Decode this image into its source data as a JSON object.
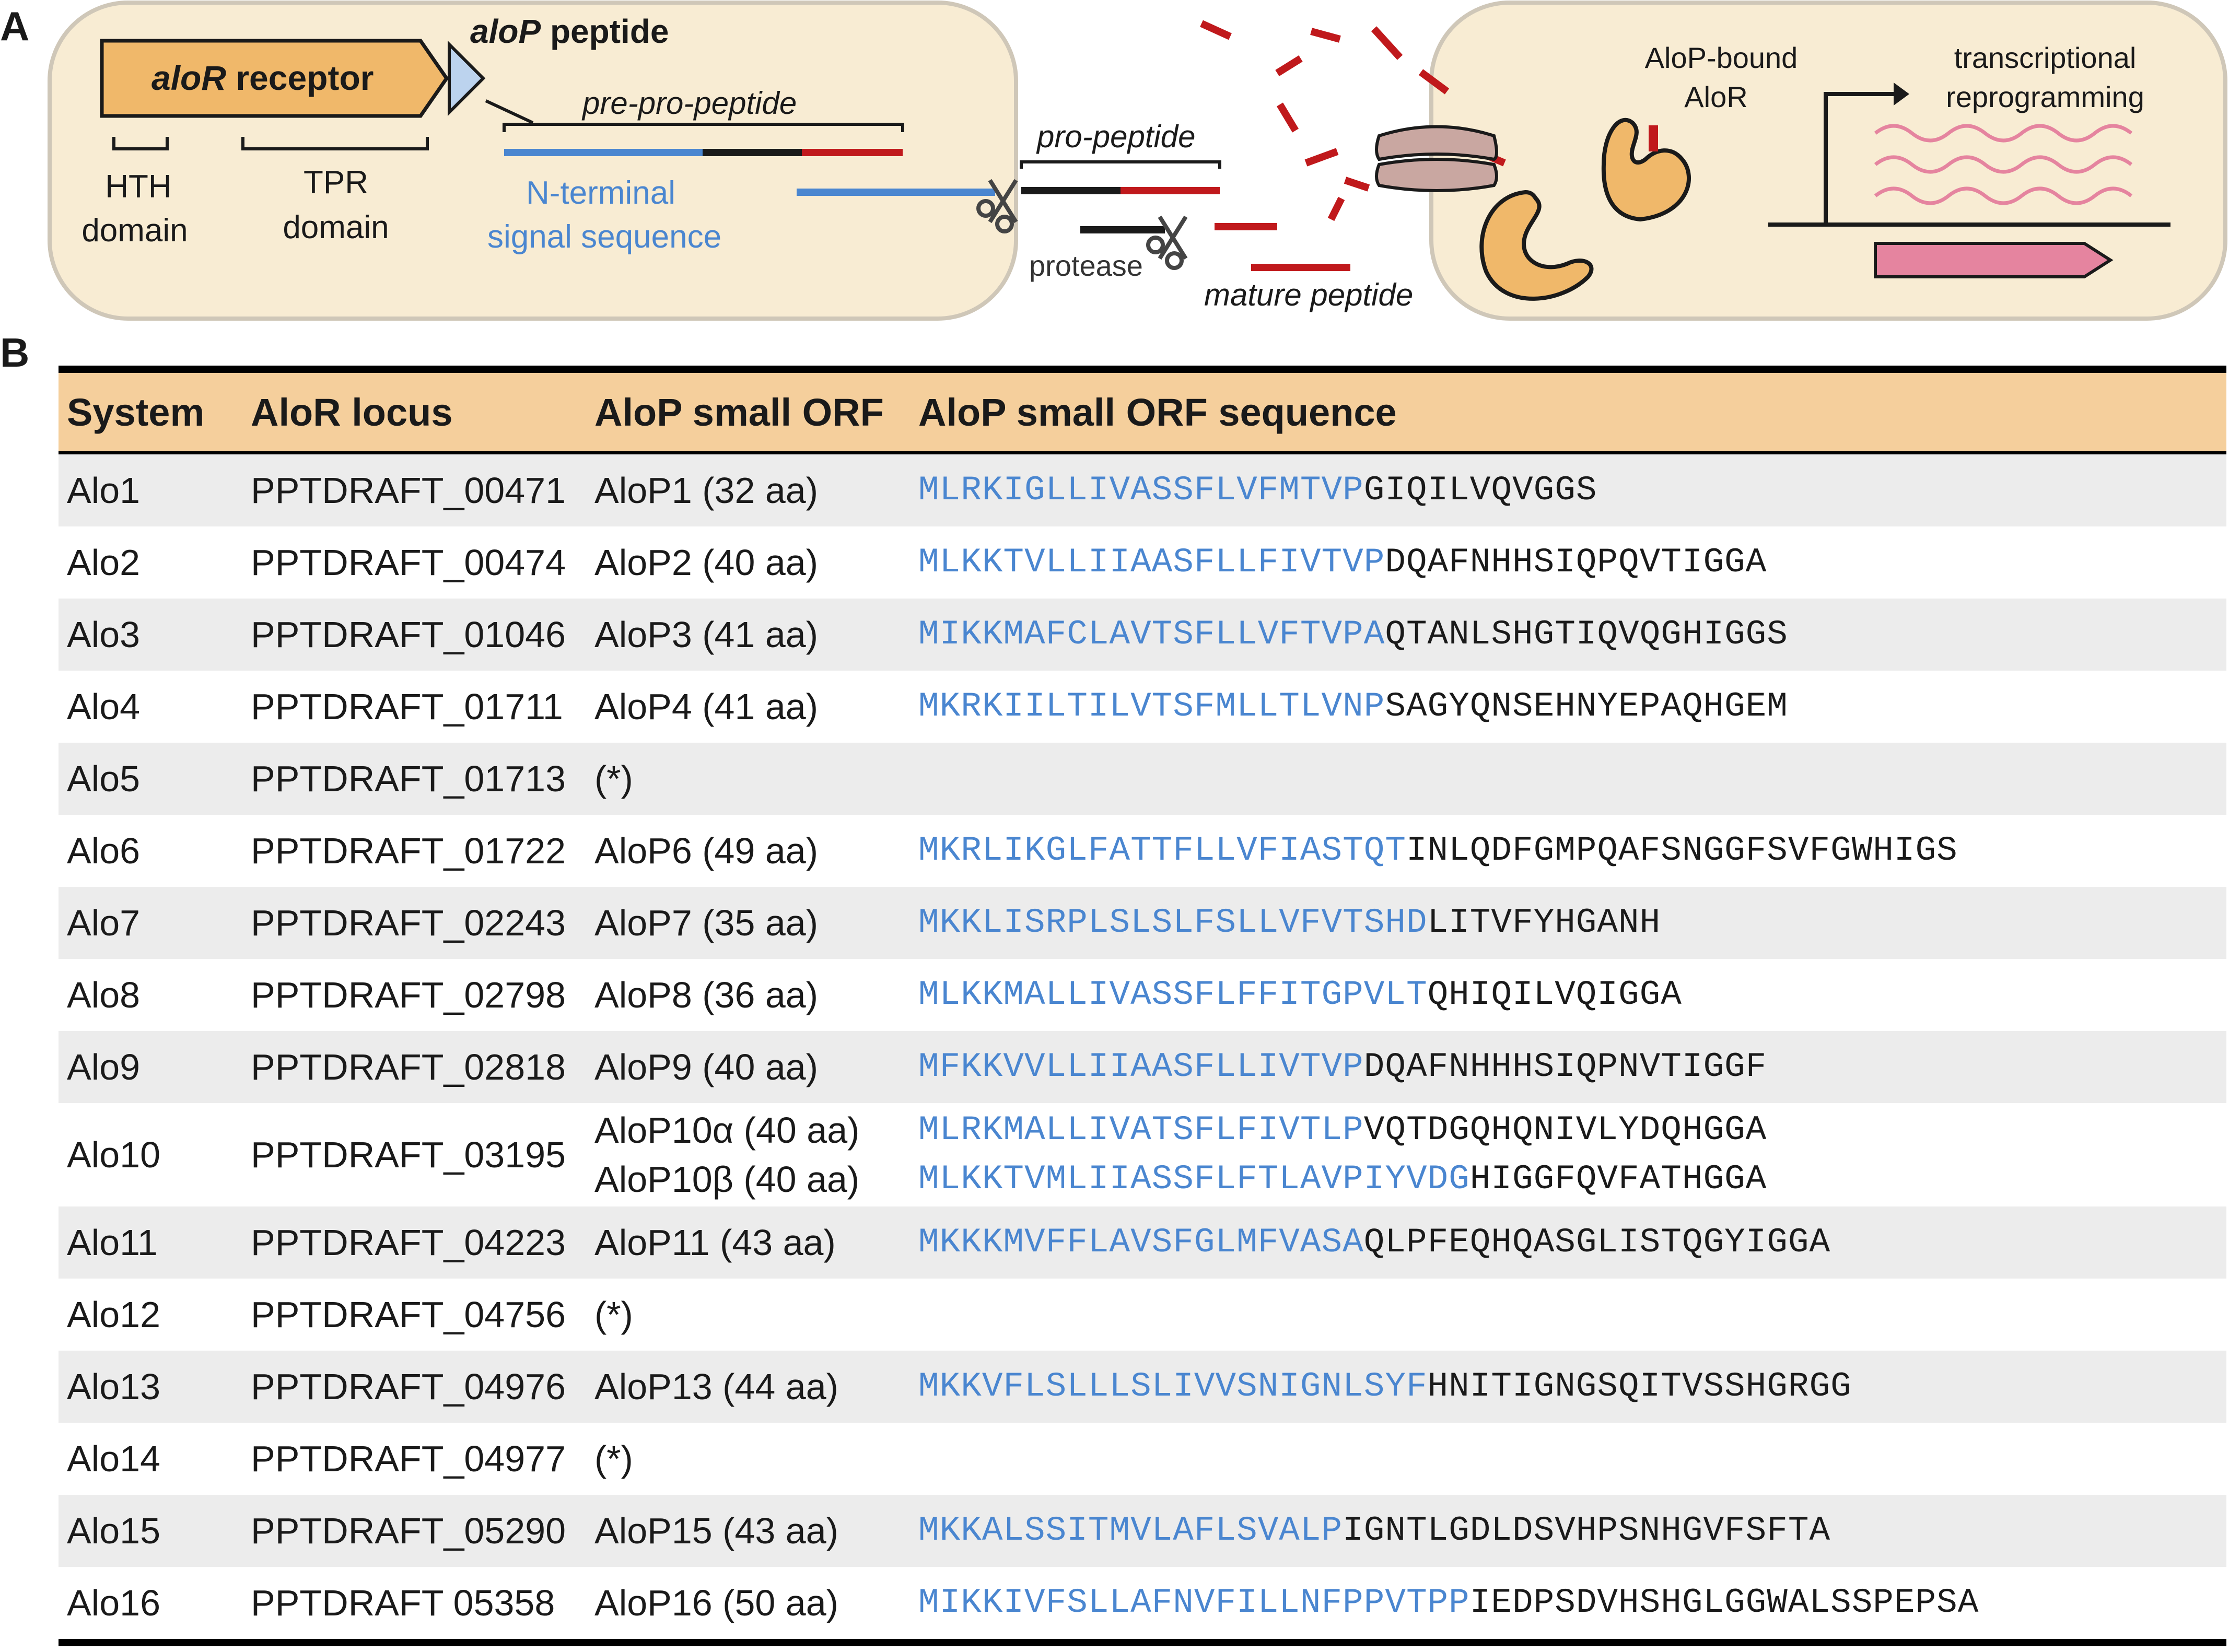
{
  "panels": {
    "a": "A",
    "b": "B"
  },
  "diagram": {
    "alor_receptor_italic": "aloR",
    "alor_receptor_rest": " receptor",
    "alop_peptide_italic": "aloP",
    "alop_peptide_rest": " peptide",
    "hth_line1": "HTH",
    "hth_line2": "domain",
    "tpr_line1": "TPR",
    "tpr_line2": "domain",
    "pre_pro_peptide": "pre-pro-peptide",
    "signal_line1": "N-terminal",
    "signal_line2": "signal sequence",
    "pro_peptide": "pro-peptide",
    "protease": "protease",
    "mature_peptide": "mature peptide",
    "alop_bound_line1": "AloP-bound",
    "alop_bound_line2": "AloR",
    "transcriptional_line1": "transcriptional",
    "transcriptional_line2": "reprogramming",
    "colors": {
      "cell_fill": "#f8ecd3",
      "receptor_orange": "#f0b86a",
      "signal_blue": "#4a86d0",
      "peptide_red": "#c0191c",
      "transcript_pink": "#e5849f",
      "transporter": "#c9a7a1"
    },
    "icons": [
      "scissors-icon",
      "arrow-icon",
      "transporter-icon",
      "receptor-icon"
    ]
  },
  "table": {
    "headers": [
      "System",
      "AloR locus",
      "AloP small ORF",
      "AloP small ORF sequence"
    ],
    "rows": [
      {
        "system": "Alo1",
        "locus": "PPTDRAFT_00471",
        "orfs": [
          "AloP1 (32 aa)"
        ],
        "seqs": [
          {
            "signal": "MLRKIGLLIVASSFLVFMTVP",
            "rest": "GIQILVQVGGS"
          }
        ]
      },
      {
        "system": "Alo2",
        "locus": "PPTDRAFT_00474",
        "orfs": [
          "AloP2 (40 aa)"
        ],
        "seqs": [
          {
            "signal": "MLKKTVLLIIAASFLLFIVTVP",
            "rest": "DQAFNHHSIQPQVTIGGA"
          }
        ]
      },
      {
        "system": "Alo3",
        "locus": "PPTDRAFT_01046",
        "orfs": [
          "AloP3 (41 aa)"
        ],
        "seqs": [
          {
            "signal": "MIKKMAFCLAVTSFLLVFTVPA",
            "rest": "QTANLSHGTIQVQGHIGGS"
          }
        ]
      },
      {
        "system": "Alo4",
        "locus": "PPTDRAFT_01711",
        "orfs": [
          "AloP4 (41 aa)"
        ],
        "seqs": [
          {
            "signal": "MKRKIILTILVTSFMLLTLVNP",
            "rest": "SAGYQNSEHNYEPAQHGEM"
          }
        ]
      },
      {
        "system": "Alo5",
        "locus": "PPTDRAFT_01713",
        "orfs": [
          "(*)"
        ],
        "seqs": []
      },
      {
        "system": "Alo6",
        "locus": "PPTDRAFT_01722",
        "orfs": [
          "AloP6 (49 aa)"
        ],
        "seqs": [
          {
            "signal": "MKRLIKGLFATTFLLVFIASTQT",
            "rest": "INLQDFGMPQAFSNGGFSVFGWHIGS"
          }
        ]
      },
      {
        "system": "Alo7",
        "locus": "PPTDRAFT_02243",
        "orfs": [
          "AloP7 (35 aa)"
        ],
        "seqs": [
          {
            "signal": "MKKLISRPLSLSLFSLLVFVTSHD",
            "rest": "LITVFYHGANH"
          }
        ]
      },
      {
        "system": "Alo8",
        "locus": "PPTDRAFT_02798",
        "orfs": [
          "AloP8 (36 aa)"
        ],
        "seqs": [
          {
            "signal": "MLKKMALLIVASSFLFFITGPVLT",
            "rest": "QHIQILVQIGGA"
          }
        ]
      },
      {
        "system": "Alo9",
        "locus": "PPTDRAFT_02818",
        "orfs": [
          "AloP9 (40 aa)"
        ],
        "seqs": [
          {
            "signal": "MFKKVVLLIIAASFLLIVTVP",
            "rest": "DQAFNHHHSIQPNVTIGGF"
          }
        ]
      },
      {
        "system": "Alo10",
        "locus": "PPTDRAFT_03195",
        "orfs": [
          "AloP10α (40 aa)",
          "AloP10β (40 aa)"
        ],
        "seqs": [
          {
            "signal": "MLRKMALLIVATSFLFIVTLP",
            "rest": "VQTDGQHQNIVLYDQHGGA"
          },
          {
            "signal": "MLKKTVMLIIASSFLFTLAVPIYVDG",
            "rest": "HIGGFQVFATHGGA"
          }
        ]
      },
      {
        "system": "Alo11",
        "locus": "PPTDRAFT_04223",
        "orfs": [
          "AloP11 (43 aa)"
        ],
        "seqs": [
          {
            "signal": "MKKKMVFFLAVSFGLMFVASA",
            "rest": "QLPFEQHQASGLISTQGYIGGA"
          }
        ]
      },
      {
        "system": "Alo12",
        "locus": "PPTDRAFT_04756",
        "orfs": [
          "(*)"
        ],
        "seqs": []
      },
      {
        "system": "Alo13",
        "locus": "PPTDRAFT_04976",
        "orfs": [
          "AloP13 (44 aa)"
        ],
        "seqs": [
          {
            "signal": "MKKVFLSLLLSLIVVSNIGNLSYF",
            "rest": "HNITIGNGSQITVSSHGRGG"
          }
        ]
      },
      {
        "system": "Alo14",
        "locus": "PPTDRAFT_04977",
        "orfs": [
          "(*)"
        ],
        "seqs": []
      },
      {
        "system": "Alo15",
        "locus": "PPTDRAFT_05290",
        "orfs": [
          "AloP15 (43 aa)"
        ],
        "seqs": [
          {
            "signal": "MKKALSSITMVLAFLSVALP",
            "rest": "IGNTLGDLDSVHPSNHGVFSFTA"
          }
        ]
      },
      {
        "system": "Alo16",
        "locus": "PPTDRAFT 05358",
        "orfs": [
          "AloP16 (50 aa)"
        ],
        "seqs": [
          {
            "signal": "MIKKIVFSLLAFNVFILLNFPPVTPP",
            "rest": "IEDPSDVHSHGLGGWALSSPEPSA"
          }
        ]
      }
    ]
  }
}
